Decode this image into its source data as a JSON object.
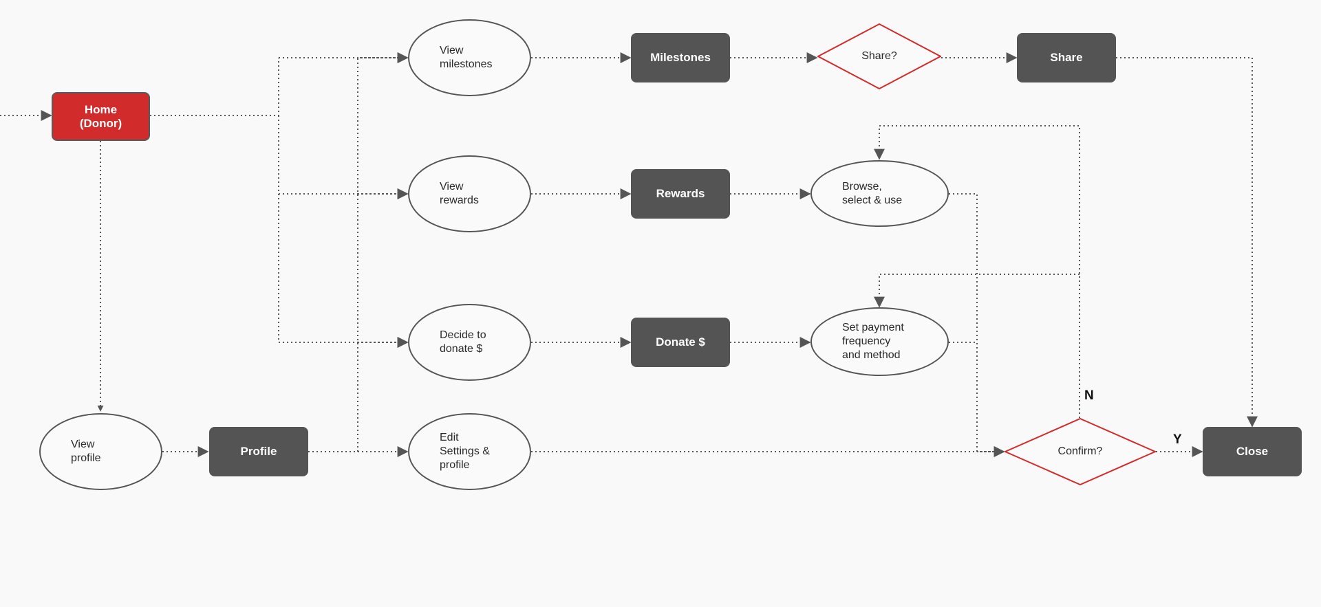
{
  "colors": {
    "box_fill": "#555454",
    "home_fill": "#d22b2b",
    "decision_stroke": "#d42a2a",
    "connector": "#555555",
    "background": "#f9f9f9"
  },
  "nodes": {
    "home": "Home\n(Donor)",
    "view_milestones": "View\nmilestones",
    "milestones": "Milestones",
    "share_decision": "Share?",
    "share": "Share",
    "view_rewards": "View\nrewards",
    "rewards": "Rewards",
    "browse": "Browse,\nselect & use",
    "decide_donate": "Decide to\ndonate $",
    "donate": "Donate $",
    "set_payment": "Set payment\nfrequency\nand method",
    "view_profile": "View\nprofile",
    "profile": "Profile",
    "edit_settings": "Edit\nSettings &\nprofile",
    "confirm_decision": "Confirm?",
    "close": "Close"
  },
  "edge_labels": {
    "confirm_no": "N",
    "confirm_yes": "Y"
  }
}
